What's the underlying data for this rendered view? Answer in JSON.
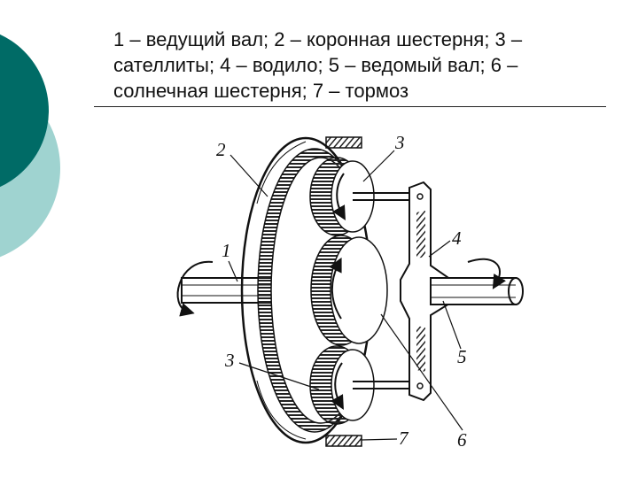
{
  "slide": {
    "accent_colors": {
      "dark": "#006b66",
      "light": "#9fd3d0"
    },
    "caption": {
      "line1": "1 – ведущий вал; 2 – коронная шестерня; 3 –",
      "line2": "сателлиты; 4 – водило; 5 – ведомый вал; 6 –",
      "line3": "солнечная шестерня; 7 – тормоз"
    }
  },
  "diagram": {
    "labels": {
      "n1": "1",
      "n2": "2",
      "n3_top": "3",
      "n3_bottom": "3",
      "n4": "4",
      "n5": "5",
      "n6": "6",
      "n7": "7"
    }
  }
}
